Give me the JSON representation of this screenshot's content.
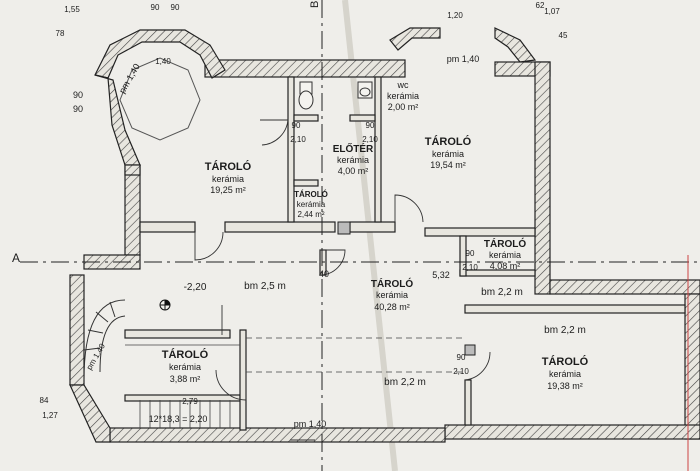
{
  "rooms": [
    {
      "id": "taroló-nw",
      "name": "TÁROLÓ",
      "finish": "kerámia",
      "area": "19,25 m²"
    },
    {
      "id": "wc",
      "name": "wc",
      "finish": "kerámia",
      "area": "2,00 m²"
    },
    {
      "id": "eloter",
      "name": "ELŐTÉR",
      "finish": "kerámia",
      "area": "4,00 m²"
    },
    {
      "id": "taroló-ne",
      "name": "TÁROLÓ",
      "finish": "kerámia",
      "area": "19,54 m²"
    },
    {
      "id": "taroló-small",
      "name": "TÁROLÓ",
      "finish": "kerámia",
      "area": "2,44 m²"
    },
    {
      "id": "taroló-east-small",
      "name": "TÁROLÓ",
      "finish": "kerámia",
      "area": "4,08 m²"
    },
    {
      "id": "taroló-center",
      "name": "TÁROLÓ",
      "finish": "kerámia",
      "area": "40,28 m²"
    },
    {
      "id": "taroló-stair",
      "name": "TÁROLÓ",
      "finish": "kerámia",
      "area": "3,88 m²"
    },
    {
      "id": "taroló-se",
      "name": "TÁROLÓ",
      "finish": "kerámia",
      "area": "19,38 m²"
    }
  ],
  "labels": {
    "bm_25": "bm 2,5 m",
    "bm_22_a": "bm 2,2 m",
    "bm_22_b": "bm 2,2 m",
    "bm_22_c": "bm 2,2 m",
    "level": "-2,20",
    "stairs": "12*18,3 = 2,20",
    "section_a": "A",
    "section_b": "B",
    "pm_140_nw": "pm 1,40",
    "pm_140_ne": "pm 1,40",
    "pm_140_s": "pm 1,40",
    "pm_140_stair": "pm 1,40",
    "dim_279": "2,79",
    "dim_532": "5,32",
    "dim_40": "40"
  },
  "dims": {
    "d90": "90",
    "d210": "2,10",
    "d140": "1,40",
    "d155": "1,55",
    "d78": "78",
    "d120": "1,20",
    "d107": "1,07",
    "d62": "62",
    "d45": "45",
    "d127": "1,27",
    "d84": "84"
  }
}
